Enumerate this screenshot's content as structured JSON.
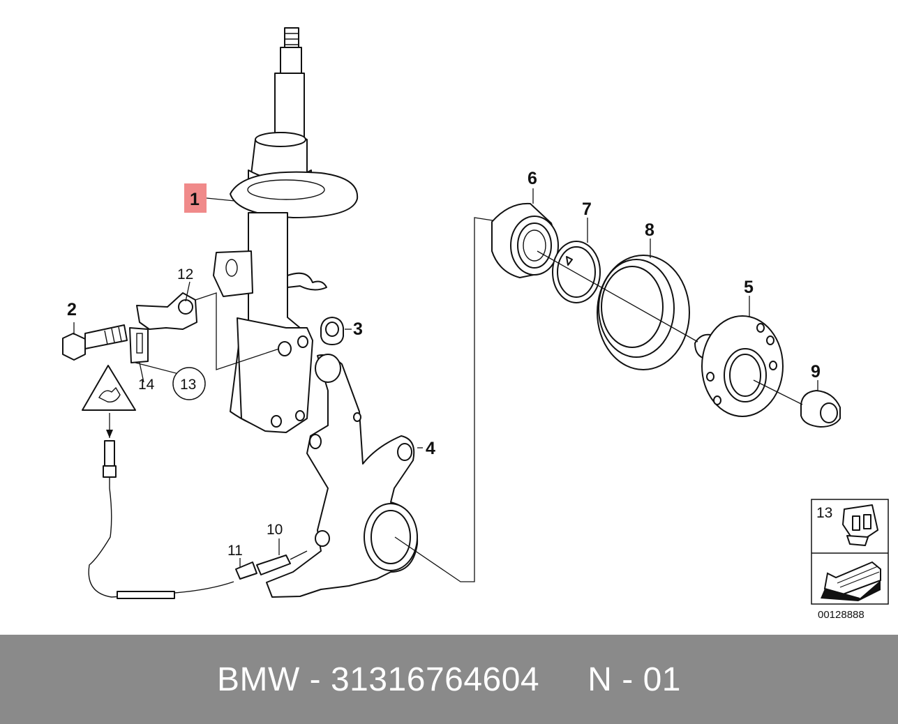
{
  "diagram": {
    "callouts": [
      {
        "id": "1",
        "label": "1"
      },
      {
        "id": "2",
        "label": "2"
      },
      {
        "id": "3",
        "label": "3"
      },
      {
        "id": "4",
        "label": "4"
      },
      {
        "id": "5",
        "label": "5"
      },
      {
        "id": "6",
        "label": "6"
      },
      {
        "id": "7",
        "label": "7"
      },
      {
        "id": "8",
        "label": "8"
      },
      {
        "id": "9",
        "label": "9"
      },
      {
        "id": "10",
        "label": "10"
      },
      {
        "id": "11",
        "label": "11"
      },
      {
        "id": "12",
        "label": "12"
      },
      {
        "id": "13",
        "label": "13"
      },
      {
        "id": "14",
        "label": "14"
      }
    ],
    "highlight_color": "#f08a8a",
    "inset_label": "13",
    "reference_number": "00128888"
  },
  "footer": {
    "text": "BMW - 31316764604     N - 01",
    "background": "#8a8a8a"
  }
}
